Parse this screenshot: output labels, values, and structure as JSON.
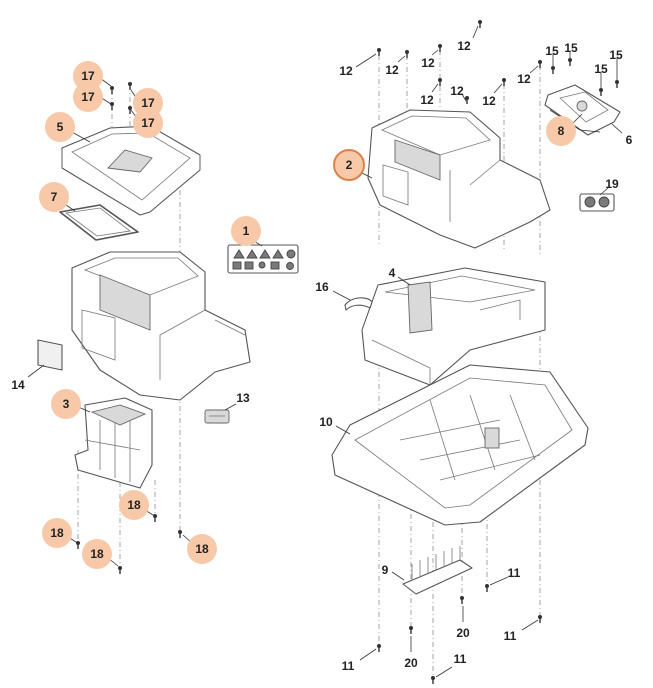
{
  "diagram": {
    "highlight_color": "#f7c9a8",
    "selected_ring_color": "#d9824c",
    "callouts": [
      {
        "id": "c17a",
        "text": "17",
        "badge": true
      },
      {
        "id": "c17b",
        "text": "17",
        "badge": true
      },
      {
        "id": "c17c",
        "text": "17",
        "badge": true
      },
      {
        "id": "c17d",
        "text": "17",
        "badge": true
      },
      {
        "id": "c5",
        "text": "5",
        "badge": true
      },
      {
        "id": "c7",
        "text": "7",
        "badge": true
      },
      {
        "id": "c1",
        "text": "1",
        "badge": true
      },
      {
        "id": "c14",
        "text": "14",
        "badge": false
      },
      {
        "id": "c3",
        "text": "3",
        "badge": true
      },
      {
        "id": "c13",
        "text": "13",
        "badge": false
      },
      {
        "id": "c18a",
        "text": "18",
        "badge": true
      },
      {
        "id": "c18b",
        "text": "18",
        "badge": true
      },
      {
        "id": "c18c",
        "text": "18",
        "badge": true
      },
      {
        "id": "c18d",
        "text": "18",
        "badge": true
      },
      {
        "id": "c2",
        "text": "2",
        "badge": true
      },
      {
        "id": "c12a",
        "text": "12",
        "badge": false
      },
      {
        "id": "c12b",
        "text": "12",
        "badge": false
      },
      {
        "id": "c12c",
        "text": "12",
        "badge": false
      },
      {
        "id": "c12d",
        "text": "12",
        "badge": false
      },
      {
        "id": "c12e",
        "text": "12",
        "badge": false
      },
      {
        "id": "c12f",
        "text": "12",
        "badge": false
      },
      {
        "id": "c12g",
        "text": "12",
        "badge": false
      },
      {
        "id": "c12h",
        "text": "12",
        "badge": false
      },
      {
        "id": "c15a",
        "text": "15",
        "badge": false
      },
      {
        "id": "c15b",
        "text": "15",
        "badge": false
      },
      {
        "id": "c15c",
        "text": "15",
        "badge": false
      },
      {
        "id": "c15d",
        "text": "15",
        "badge": false
      },
      {
        "id": "c8",
        "text": "8",
        "badge": true
      },
      {
        "id": "c6",
        "text": "6",
        "badge": false
      },
      {
        "id": "c19",
        "text": "19",
        "badge": false
      },
      {
        "id": "c4",
        "text": "4",
        "badge": false
      },
      {
        "id": "c16",
        "text": "16",
        "badge": false
      },
      {
        "id": "c10",
        "text": "10",
        "badge": false
      },
      {
        "id": "c9",
        "text": "9",
        "badge": false
      },
      {
        "id": "c11a",
        "text": "11",
        "badge": false
      },
      {
        "id": "c11b",
        "text": "11",
        "badge": false
      },
      {
        "id": "c11c",
        "text": "11",
        "badge": false
      },
      {
        "id": "c11d",
        "text": "11",
        "badge": false
      },
      {
        "id": "c20a",
        "text": "20",
        "badge": false
      },
      {
        "id": "c20b",
        "text": "20",
        "badge": false
      }
    ]
  }
}
